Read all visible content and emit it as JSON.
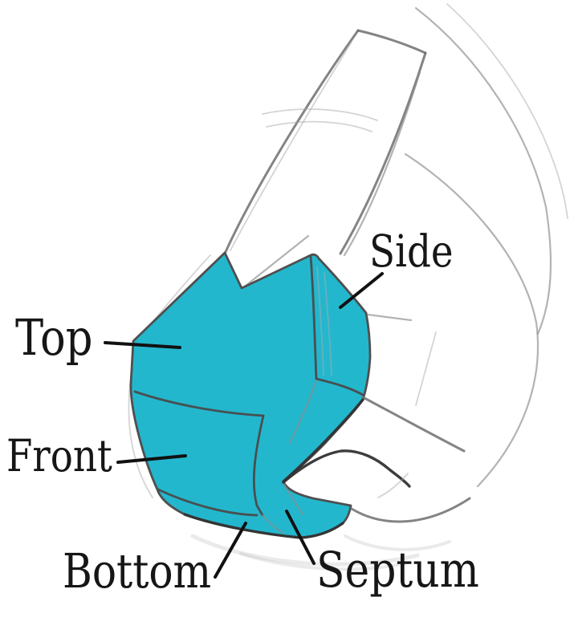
{
  "figure": {
    "labels": {
      "top": "Top",
      "front": "Front",
      "side": "Side",
      "bottom": "Bottom",
      "septum": "Septum"
    }
  },
  "colors": {
    "plane_highlight": "#23b7ce",
    "label_text": "#161616",
    "pencil_dark": "#4a4a4a",
    "pencil_light": "#a9a9a9",
    "background": "#ffffff"
  }
}
